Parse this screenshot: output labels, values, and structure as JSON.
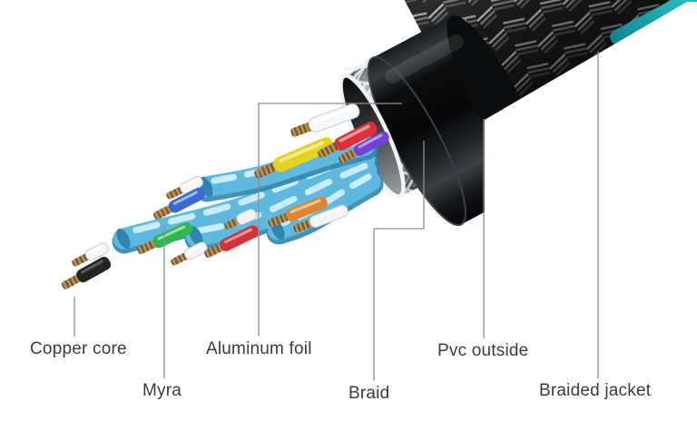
{
  "diagram": {
    "subject": "Shielded cable cross-section anatomy",
    "background_color": "#ffffff",
    "leader_line_color": "#8f8f8f",
    "text_color": "#3b3b3b",
    "labels": [
      {
        "id": "copper-core",
        "text": "Copper core",
        "points_to": "bare stranded copper conductor tip"
      },
      {
        "id": "myra",
        "text": "Myra",
        "points_to": "light blue twisted-pair wrap"
      },
      {
        "id": "aluminum-foil",
        "text": "Aluminum foil",
        "points_to": "silver foil shield cylinder"
      },
      {
        "id": "braid",
        "text": "Braid",
        "points_to": "woven metal braid over the foil"
      },
      {
        "id": "pvc-outside",
        "text": "Pvc outside",
        "points_to": "glossy black PVC sheath ring"
      },
      {
        "id": "braided-jacket",
        "text": "Braided jacket",
        "points_to": "dark woven outer jacket"
      }
    ],
    "layers_inside_out": [
      "Copper core",
      "Myra",
      "Aluminum foil",
      "Braid",
      "Pvc outside",
      "Braided jacket"
    ],
    "wire_colors": [
      "white",
      "black",
      "blue",
      "green",
      "red",
      "yellow",
      "purple",
      "orange"
    ],
    "colors": {
      "pair_sleeve": "#5eb9df",
      "pair_sleeve_highlight": "#cdeefa",
      "pair_sleeve_shadow": "#2f85ae",
      "copper": "#a5804a",
      "foil": "#e8eaec",
      "pvc": "#0c0d0e",
      "jacket_mesh": "#1c1c1c",
      "teal_sheen": "#2ad4d4"
    }
  }
}
